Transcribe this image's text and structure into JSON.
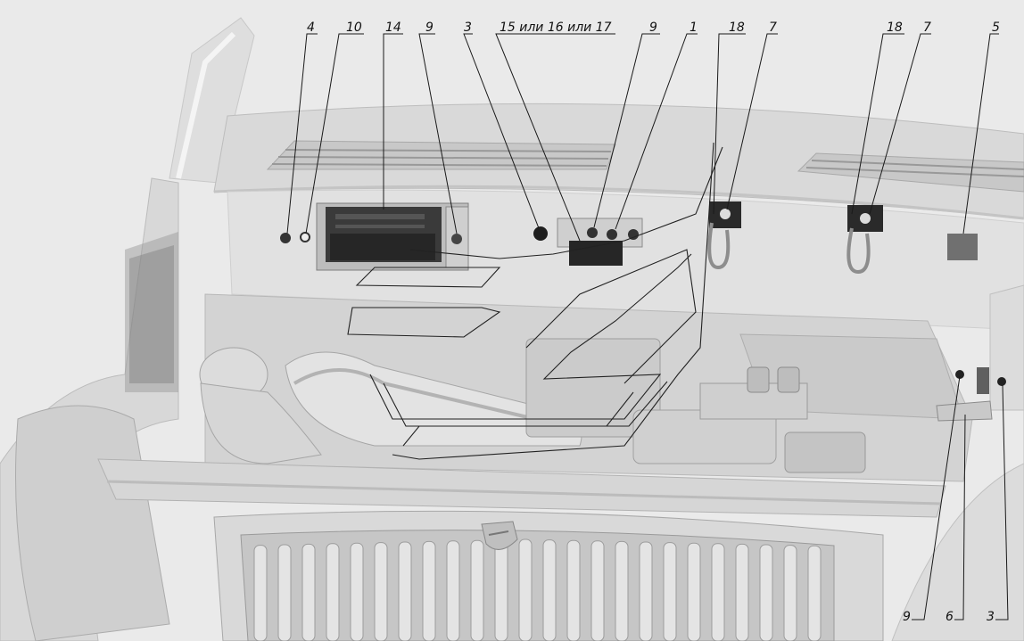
{
  "diagram": {
    "callouts_top": [
      {
        "id": "c4",
        "text": "4"
      },
      {
        "id": "c10",
        "text": "10"
      },
      {
        "id": "c14",
        "text": "14"
      },
      {
        "id": "c9a",
        "text": "9"
      },
      {
        "id": "c3a",
        "text": "3"
      },
      {
        "id": "c15",
        "text": "15 или 16 или 17"
      },
      {
        "id": "c9b",
        "text": "9"
      },
      {
        "id": "c1",
        "text": "1"
      },
      {
        "id": "c18a",
        "text": "18"
      },
      {
        "id": "c7a",
        "text": "7"
      },
      {
        "id": "c18b",
        "text": "18"
      },
      {
        "id": "c7b",
        "text": "7"
      },
      {
        "id": "c5",
        "text": "5"
      }
    ],
    "callouts_bottom": [
      {
        "id": "c9c",
        "text": "9"
      },
      {
        "id": "c6",
        "text": "6"
      },
      {
        "id": "c3b",
        "text": "3"
      }
    ],
    "colors": {
      "background": "#e9e9e9",
      "body": "#dcdcdc",
      "shadow": "#b5b5b5",
      "dark_part": "#2a2a2a",
      "line": "#1a1a1a"
    }
  }
}
